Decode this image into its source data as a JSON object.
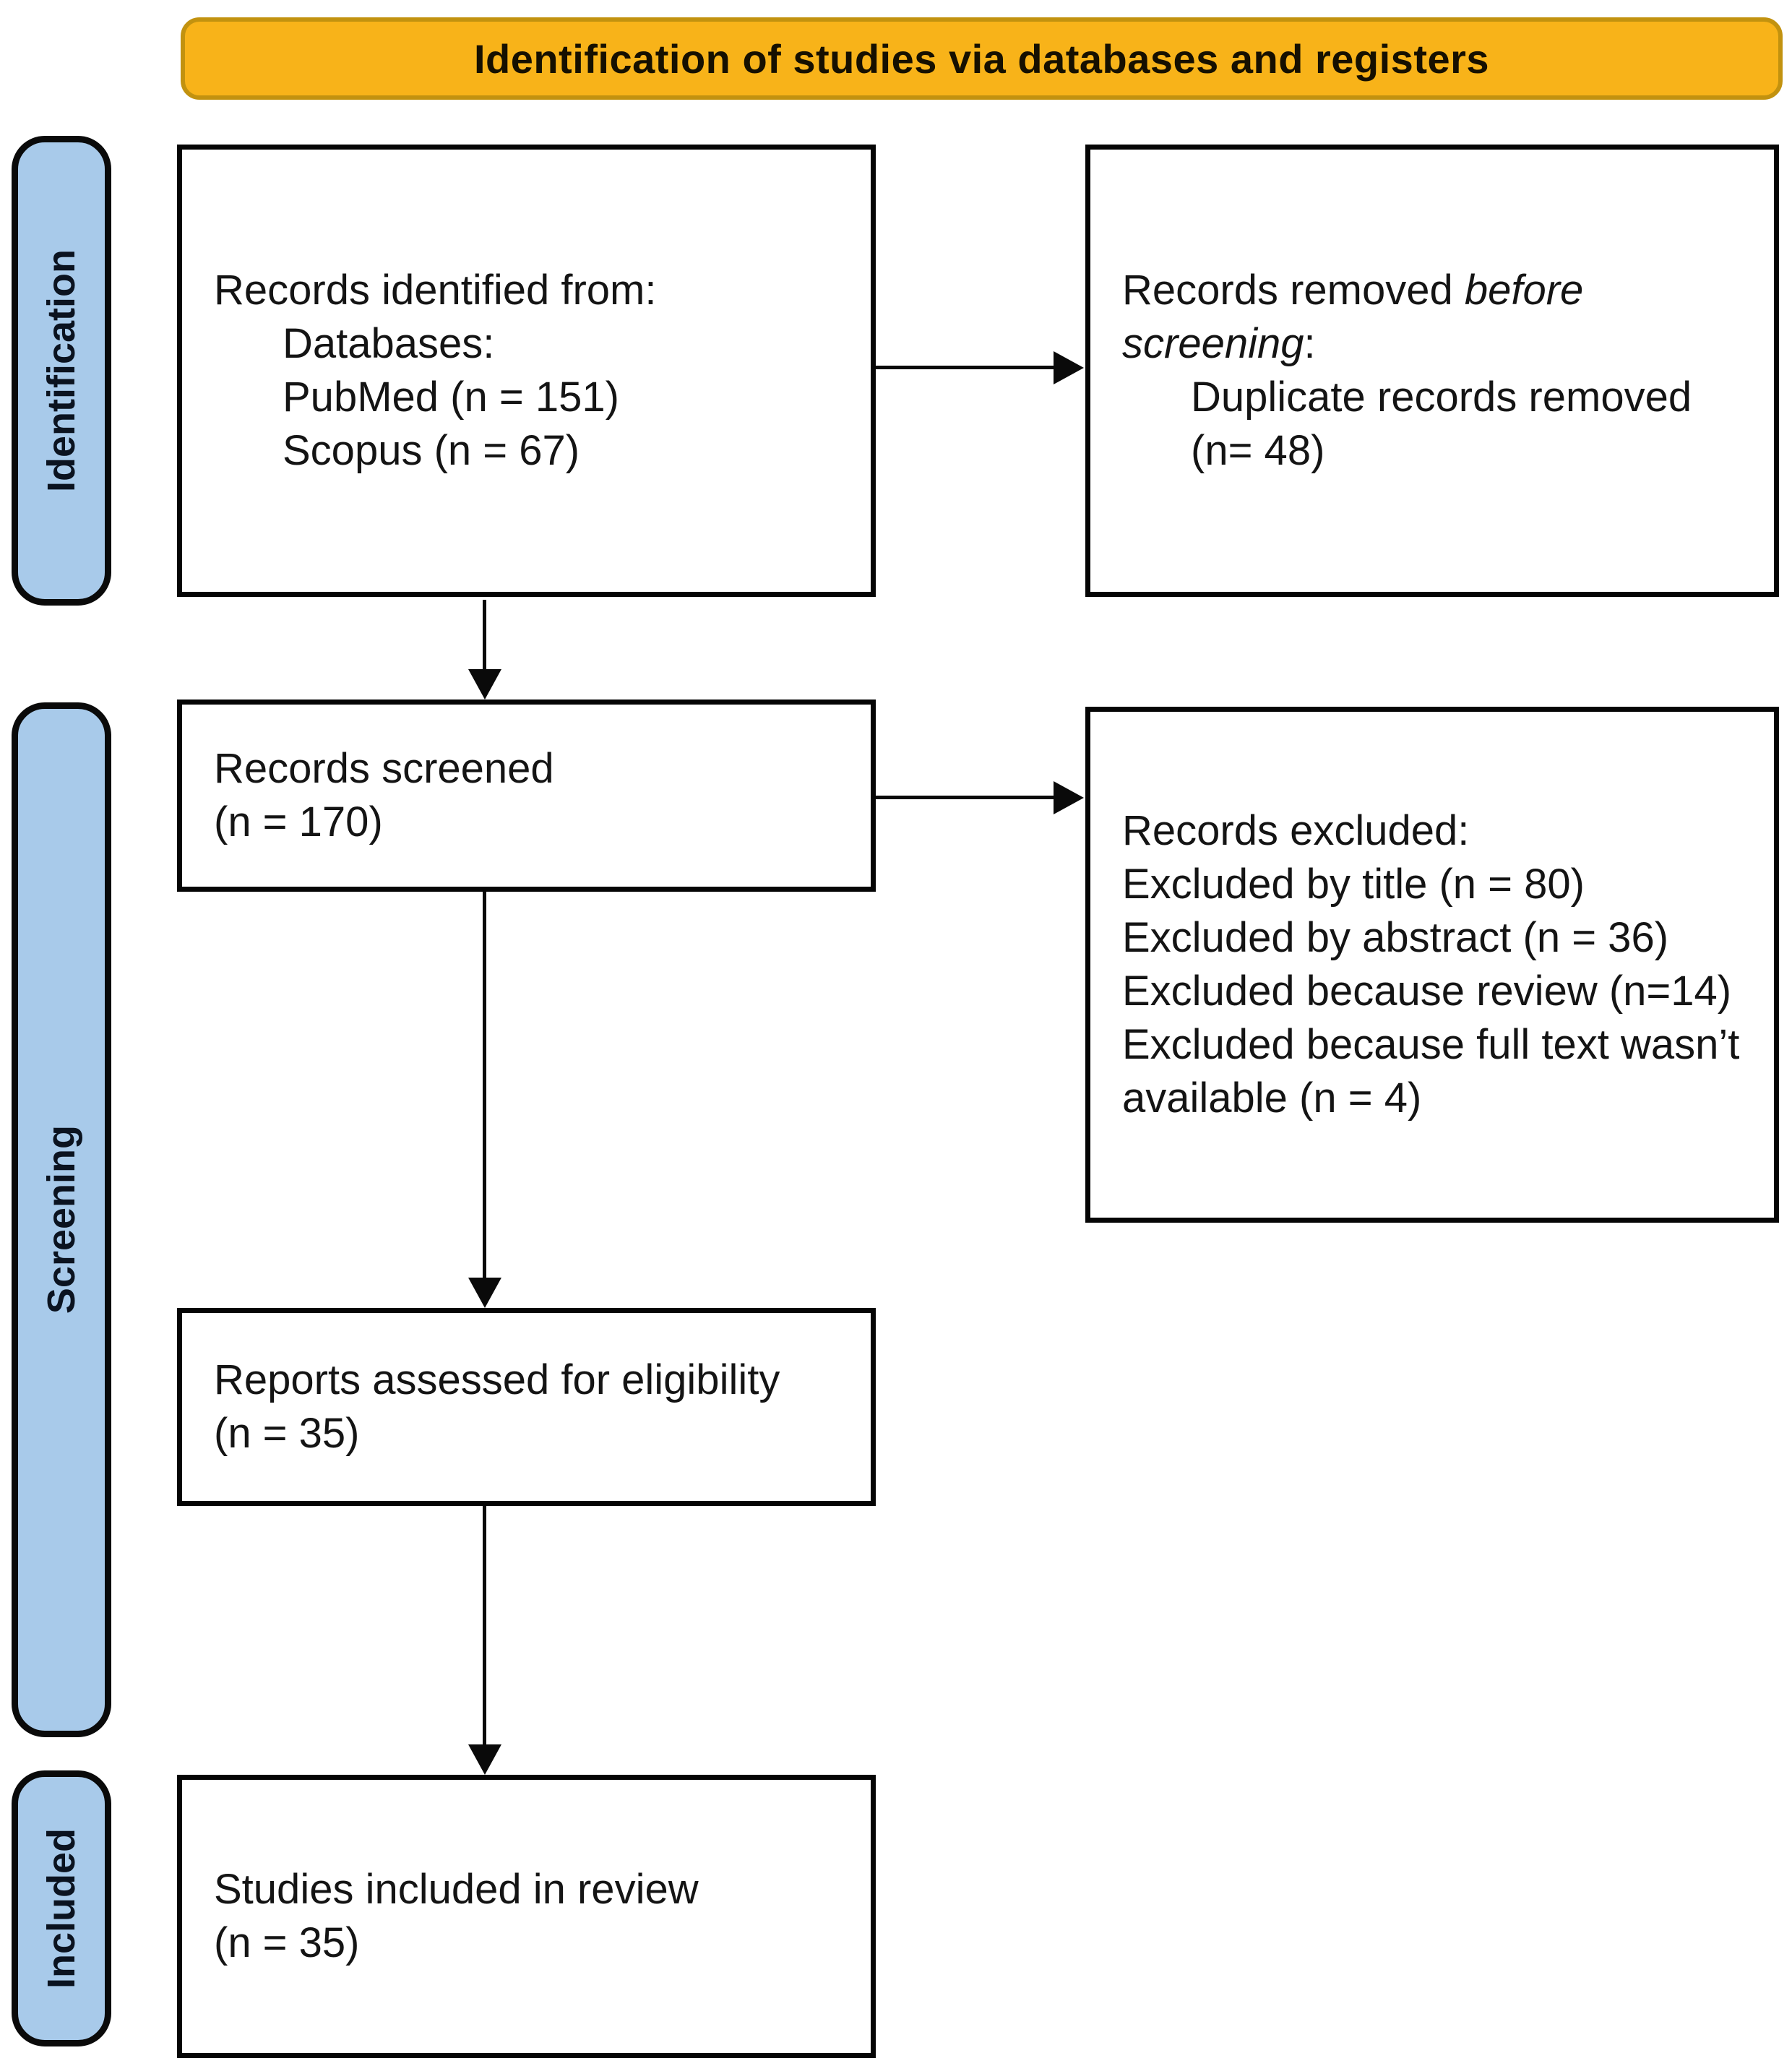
{
  "title": {
    "banner_label": "Identification of studies via databases and registers"
  },
  "colors": {
    "banner_fill": "#F8B319",
    "banner_border": "#C2920F",
    "banner_text": "#161000",
    "stage_fill": "#A8CAEA",
    "stage_border": "#0A0A0A",
    "stage_text": "#0B1320",
    "box_border": "#050505",
    "box_text": "#141414",
    "arrow_color": "#0A0A0A"
  },
  "stages": {
    "identification": "Identification",
    "screening": "Screening",
    "included": "Included"
  },
  "boxes": {
    "identified": {
      "lines": [
        {
          "seg": [
            {
              "t": "Records identified from:"
            }
          ]
        },
        {
          "ind": true,
          "seg": [
            {
              "t": "Databases:"
            }
          ]
        },
        {
          "ind": true,
          "seg": [
            {
              "t": "PubMed (n = 151)"
            }
          ]
        },
        {
          "ind": true,
          "seg": [
            {
              "t": "Scopus (n = 67)"
            }
          ]
        }
      ]
    },
    "removed": {
      "lines": [
        {
          "seg": [
            {
              "t": "Records removed "
            },
            {
              "t": "before",
              "i": true
            }
          ]
        },
        {
          "seg": [
            {
              "t": "screening",
              "i": true
            },
            {
              "t": ":"
            }
          ]
        },
        {
          "ind": true,
          "seg": [
            {
              "t": "Duplicate records removed"
            }
          ]
        },
        {
          "ind": true,
          "seg": [
            {
              "t": "(n= 48)"
            }
          ]
        }
      ]
    },
    "screened": {
      "lines": [
        {
          "seg": [
            {
              "t": "Records screened"
            }
          ]
        },
        {
          "seg": [
            {
              "t": "(n = 170)"
            }
          ]
        }
      ]
    },
    "excluded": {
      "lines": [
        {
          "seg": [
            {
              "t": "Records excluded:"
            }
          ]
        },
        {
          "seg": [
            {
              "t": "Excluded by title (n = 80)"
            }
          ]
        },
        {
          "seg": [
            {
              "t": "Excluded by abstract (n = 36)"
            }
          ]
        },
        {
          "seg": [
            {
              "t": "Excluded because review (n=14)"
            }
          ]
        },
        {
          "seg": [
            {
              "t": "Excluded because full text wasn’t"
            }
          ]
        },
        {
          "seg": [
            {
              "t": "available (n = 4)"
            }
          ]
        }
      ]
    },
    "assessed": {
      "lines": [
        {
          "seg": [
            {
              "t": "Reports assessed for eligibility"
            }
          ]
        },
        {
          "seg": [
            {
              "t": "(n = 35)"
            }
          ]
        }
      ]
    },
    "included": {
      "lines": [
        {
          "seg": [
            {
              "t": "Studies included in review"
            }
          ]
        },
        {
          "seg": [
            {
              "t": "(n = 35)"
            }
          ]
        }
      ]
    }
  }
}
